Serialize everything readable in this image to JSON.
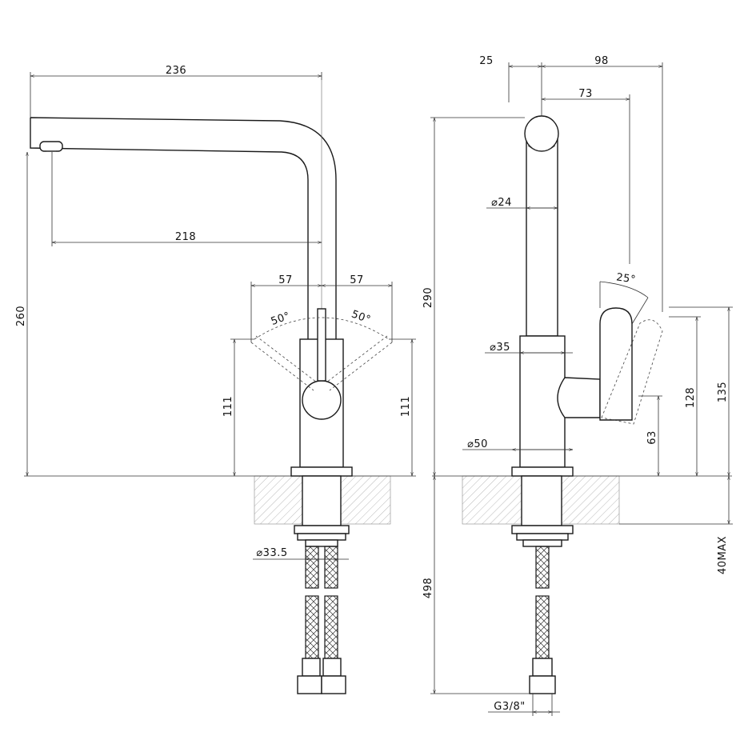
{
  "drawing": {
    "front_view": {
      "overall_reach": "236",
      "spout_reach": "218",
      "handle_offset_left": "57",
      "handle_offset_right": "57",
      "handle_angle_left": "50°",
      "handle_angle_right": "50°",
      "overall_height": "260",
      "handle_height_left": "111",
      "handle_height_right": "111",
      "thread_diameter": "⌀33.5"
    },
    "side_view": {
      "back_offset": "25",
      "total_depth": "98",
      "handle_reach": "73",
      "spout_diameter": "⌀24",
      "handle_tilt": "25°",
      "total_height": "290",
      "body_diameter": "⌀35",
      "base_diameter": "⌀50",
      "hose_length": "498",
      "handle_low": "63",
      "handle_mid": "128",
      "handle_high": "135",
      "deck_thickness": "40MAX",
      "connection": "G3/8\""
    }
  }
}
